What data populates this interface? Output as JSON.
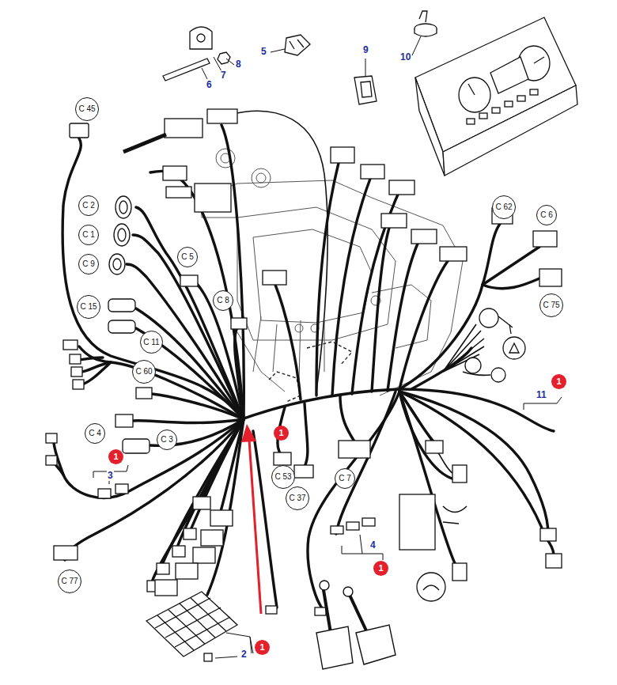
{
  "diagram": {
    "nodes": [
      {
        "text": [
          "C 45"
        ]
      },
      {
        "text": [
          "C 62"
        ]
      },
      {
        "text": [
          "C 6"
        ]
      },
      {
        "text": [
          "C 2"
        ]
      },
      {
        "text": [
          "C 1"
        ]
      },
      {
        "text": [
          "C 5"
        ]
      },
      {
        "text": [
          "C 9"
        ]
      },
      {
        "text": [
          "C 8"
        ]
      },
      {
        "text": [
          "C 75"
        ]
      },
      {
        "text": [
          "C 15"
        ]
      },
      {
        "text": [
          "C 11"
        ]
      },
      {
        "text": [
          "1"
        ]
      },
      {
        "text": [
          "C 60"
        ]
      },
      {
        "text": [
          "1"
        ]
      },
      {
        "text": [
          "C 4"
        ]
      },
      {
        "text": [
          "C 3"
        ]
      },
      {
        "text": [
          "1"
        ]
      },
      {
        "text": [
          "C 53"
        ]
      },
      {
        "text": [
          "C 37"
        ]
      },
      {
        "text": [
          "C 7"
        ]
      },
      {
        "text": [
          "1"
        ]
      },
      {
        "text": [
          "C 77"
        ]
      },
      {
        "text": [
          "1"
        ]
      }
    ],
    "labels": [
      "5",
      "9",
      "10",
      "6",
      "7",
      "8",
      "11",
      "3",
      "4",
      "2"
    ]
  }
}
